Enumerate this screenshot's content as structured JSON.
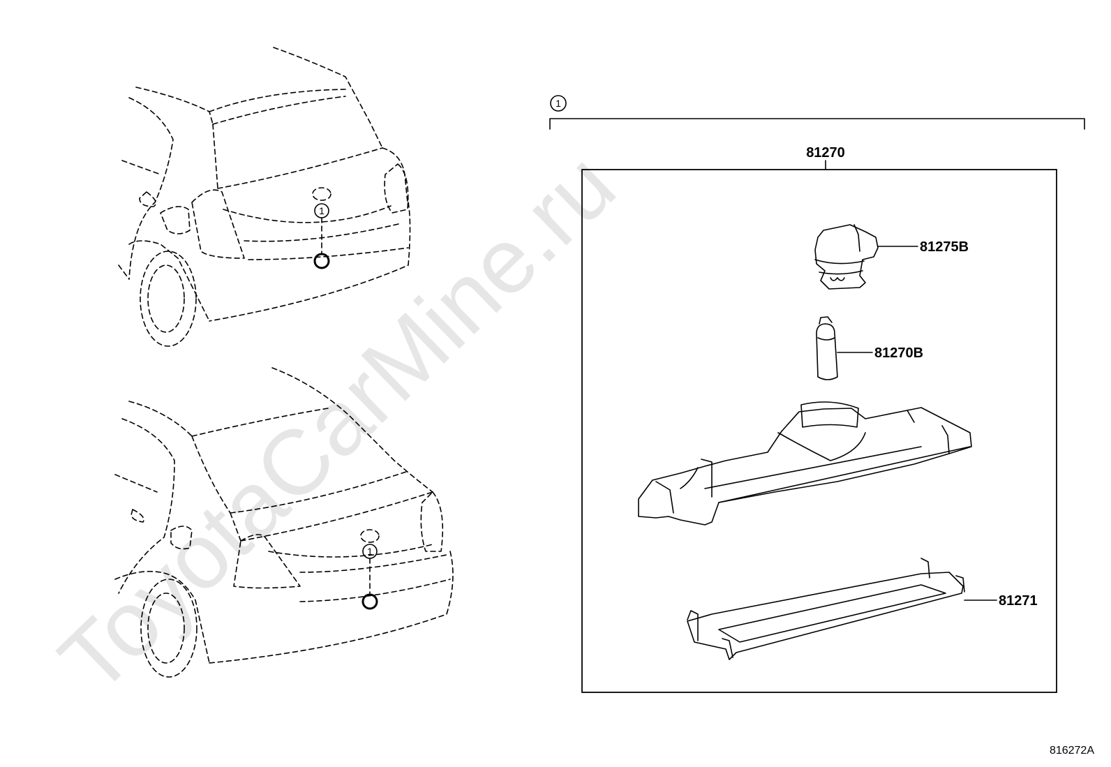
{
  "watermark": "ToyotaCarMine.ru",
  "callout_marker": "1",
  "assembly": {
    "part_number": "81270"
  },
  "parts": [
    {
      "id": "81275B"
    },
    {
      "id": "81270B"
    },
    {
      "id": "81271"
    }
  ],
  "diagram_ref": "816272A"
}
